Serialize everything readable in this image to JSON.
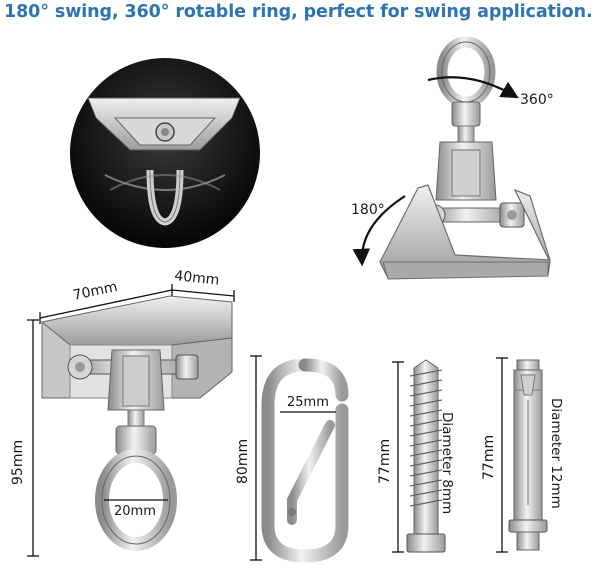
{
  "headline": "180° swing, 360° rotable ring, perfect for swing application.",
  "colors": {
    "headline": "#2e74b5",
    "steel_light": "#e9e9e9",
    "steel_mid": "#bdbdbd",
    "steel_dark": "#7a7a7a",
    "photo_bg": "#111111"
  },
  "labels": {
    "rotation_ring": "360°",
    "rotation_swing": "180°",
    "plate_length": "70mm",
    "plate_width": "40mm",
    "hanger_height": "95mm",
    "ring_diameter": "20mm",
    "hook_height": "80mm",
    "hook_opening": "25mm",
    "screw_length": "77mm",
    "screw_diameter": "Diameter 8mm",
    "bolt_length": "77mm",
    "bolt_diameter": "Diameter 12mm"
  },
  "icons": [
    "rotation-arrow-icon",
    "swing-arrow-icon"
  ]
}
